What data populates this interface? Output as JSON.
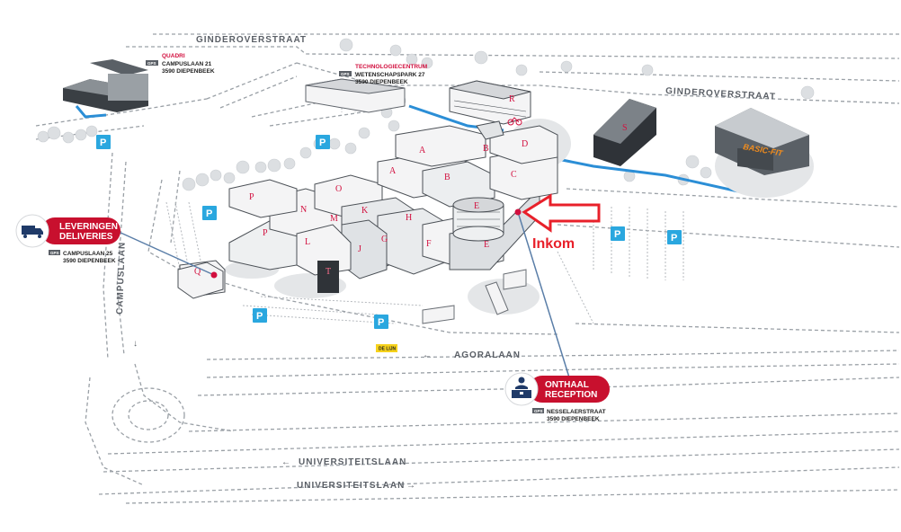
{
  "roads": {
    "ginderoverstraat_top": "GINDEROVERSTRAAT",
    "ginderoverstraat_right": "GINDEROVERSTRAAT",
    "agoralaan": "AGORALAAN",
    "universiteitslaan_1": "UNIVERSITEITSLAAN",
    "universiteitslaan_2": "UNIVERSITEITSLAAN",
    "campuslaan": "CAMPUSLAAN"
  },
  "places": {
    "quadri": {
      "title": "QUADRI",
      "gps": "GPS",
      "line1": "CAMPUSLAAN 21",
      "line2": "3590 DIEPENBEEK"
    },
    "technologiecentrum": {
      "title": "TECHNOLOGIECENTRUM",
      "gps": "GPS",
      "line1": "WETENSCHAPSPARK 27",
      "line2": "3590 DIEPENBEEK"
    }
  },
  "callouts": {
    "deliveries": {
      "line1": "LEVERINGEN",
      "line2": "DELIVERIES",
      "gps": "GPS",
      "addr1": "CAMPUSLAAN 25",
      "addr2": "3590 DIEPENBEEK",
      "icon": "truck-icon"
    },
    "reception": {
      "line1": "ONTHAAL",
      "line2": "RECEPTION",
      "gps": "GPS",
      "addr1": "NESSELAERSTRAAT",
      "addr2": "3590 DIEPENBEEK",
      "icon": "reception-desk-icon"
    }
  },
  "entrance_label": "Inkom",
  "gym_logo": "BASIC-FIT",
  "bus_stop": "DE LIJN",
  "parking_symbol": "P",
  "building_letters": [
    "A",
    "B",
    "C",
    "D",
    "E",
    "F",
    "G",
    "H",
    "J",
    "K",
    "L",
    "M",
    "N",
    "O",
    "P",
    "P",
    "Q",
    "R",
    "S",
    "T"
  ],
  "colors": {
    "accent_red": "#d2103f",
    "parking_blue": "#2aa7df",
    "path_blue": "#2b8ed6",
    "arrow_red": "#e8202a",
    "road_gray": "#8a8f96"
  }
}
